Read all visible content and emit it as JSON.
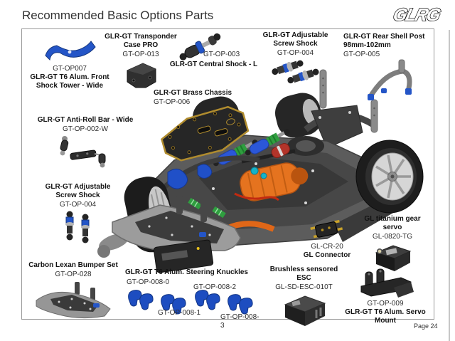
{
  "page": {
    "title": "Recommended Basic Options Parts",
    "logo": "GLRG",
    "page_number": "Page 24"
  },
  "colors": {
    "part_blue": "#2455c7",
    "brass_gold": "#b08c2e",
    "motor_orange": "#e5731f"
  },
  "parts": {
    "front_shock_tower": {
      "code": "GT-OP007",
      "name": "GLR-GT T6 Alum. Front Shock Tower - Wide"
    },
    "transponder_case": {
      "name": "GLR-GT Transponder Case PRO",
      "code": "GT-OP-013"
    },
    "central_shock": {
      "name": "GLR-GT Central Shock - L",
      "code": "GT-OP-003"
    },
    "screw_shock_top": {
      "name": "GLR-GT Adjustable Screw Shock",
      "code": "GT-OP-004"
    },
    "rear_shell_post": {
      "name": "GLR-GT Rear Shell Post 98mm-102mm",
      "code": "GT-OP-005"
    },
    "anti_roll_bar": {
      "name": "GLR-GT Anti-Roll Bar - Wide",
      "code": "GT-OP-002-W"
    },
    "brass_chassis": {
      "name": "GLR-GT Brass Chassis",
      "code": "GT-OP-006"
    },
    "screw_shock_left": {
      "name": "GLR-GT Adjustable Screw Shock",
      "code": "GT-OP-004"
    },
    "bumper_set": {
      "name": "Carbon Lexan Bumper Set",
      "code": "GT-OP-028"
    },
    "steering_knuckles": {
      "name": "GLR-GT T6 Alum. Steering Knuckles",
      "code_0": "GT-OP-008-0",
      "code_1": "GT-OP-008-1",
      "code_2": "GT-OP-008-2",
      "code_3": "GT-OP-008-3"
    },
    "esc": {
      "name": "Brushless sensored ESC",
      "code": "GL-SD-ESC-010T"
    },
    "connector": {
      "name": "GL Connector",
      "code": "GL-CR-20"
    },
    "gear_servo": {
      "name": "GL titanium gear servo",
      "code": "GL-0820-TG"
    },
    "servo_mount": {
      "name": "GLR-GT T6 Alum. Servo Mount",
      "code": "GT-OP-009"
    }
  }
}
